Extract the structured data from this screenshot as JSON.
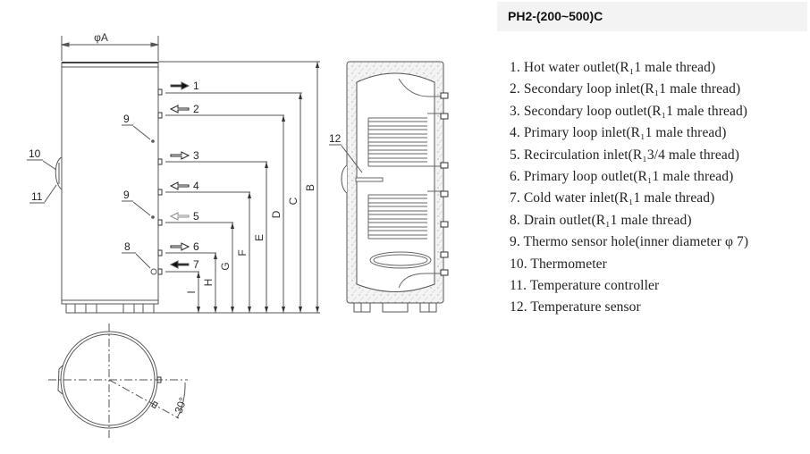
{
  "title": "PH2-(200~500)C",
  "diagram": {
    "diameter_label": "φA",
    "connection_numbers": [
      "1",
      "2",
      "3",
      "4",
      "5",
      "6",
      "7"
    ],
    "dimension_labels": [
      "B",
      "C",
      "D",
      "E",
      "F",
      "G",
      "H",
      "I"
    ],
    "callouts": {
      "thermo_sensor_upper": "9",
      "thermo_sensor_lower": "9",
      "thermometer": "10",
      "temperature_controller": "11",
      "drain_outlet": "8",
      "temperature_sensor": "12"
    },
    "angle_label": "30°",
    "arrow_styles": [
      "solid-right",
      "outline-left",
      "outline-right",
      "outline-left",
      "hollow-left",
      "outline-right",
      "solid-left"
    ]
  },
  "legend": [
    {
      "num": "1.",
      "text": "Hot water outlet(R₁1 male thread)"
    },
    {
      "num": "2.",
      "text": "Secondary loop inlet(R₁1 male thread)"
    },
    {
      "num": "3.",
      "text": "Secondary loop outlet(R₁1 male thread)"
    },
    {
      "num": "4.",
      "text": "Primary loop inlet(R₁1 male thread)"
    },
    {
      "num": "5.",
      "text": "Recirculation inlet(R₁3/4 male thread)"
    },
    {
      "num": "6.",
      "text": "Primary loop outlet(R₁1 male thread)"
    },
    {
      "num": "7.",
      "text": "Cold water inlet(R₁1 male thread)"
    },
    {
      "num": "8.",
      "text": "Drain outlet(R₁1 male thread)"
    },
    {
      "num": "9.",
      "text": "Thermo sensor hole(inner diameter φ 7)"
    },
    {
      "num": "10.",
      "text": "Thermometer"
    },
    {
      "num": "11.",
      "text": "Temperature controller"
    },
    {
      "num": "12.",
      "text": "Temperature sensor"
    }
  ]
}
